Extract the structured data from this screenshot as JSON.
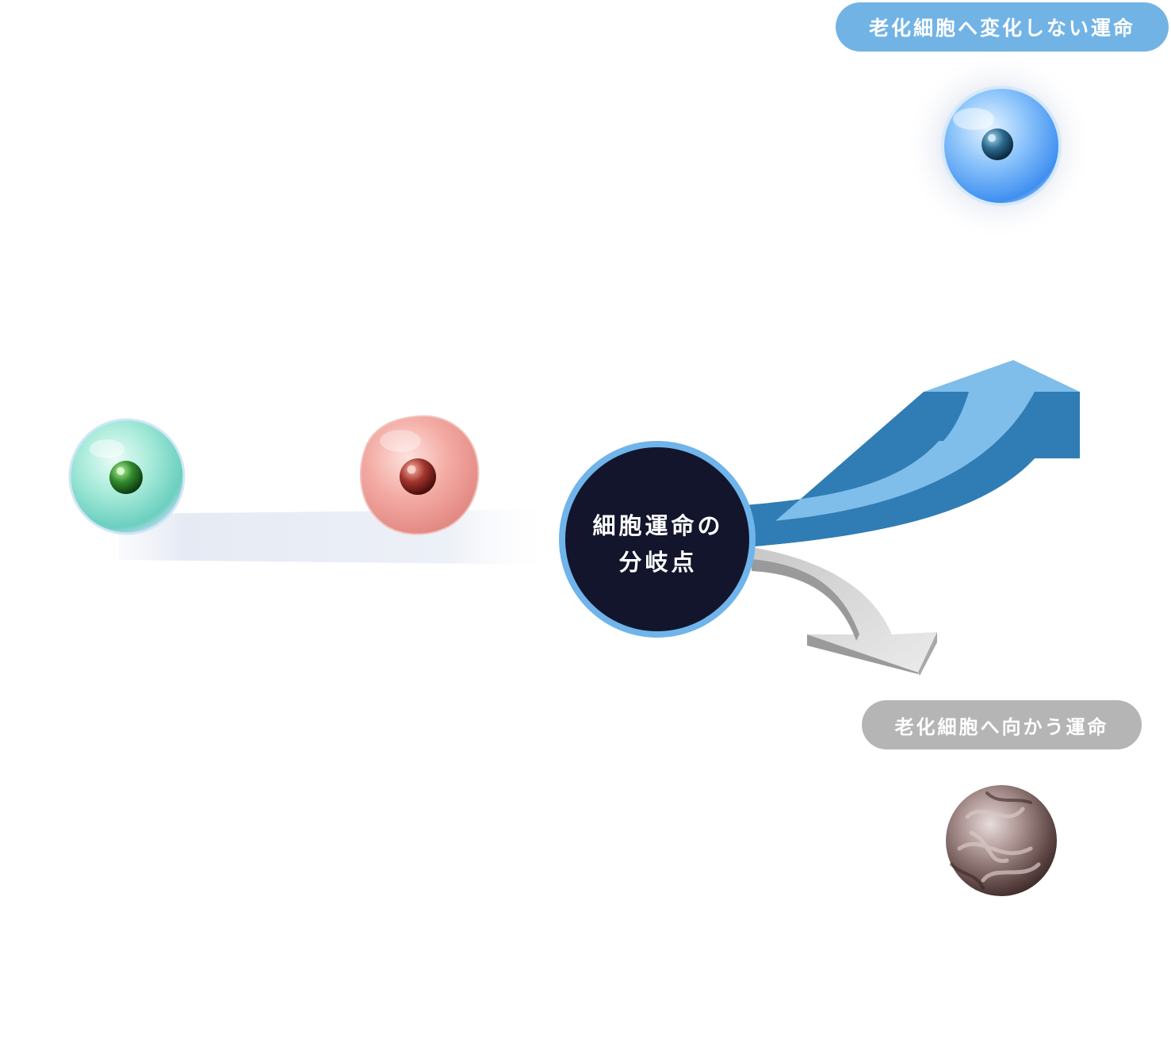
{
  "labels": {
    "no_senescence_fate": "老化細胞へ変化しない運命",
    "senescence_fate": "老化細胞へ向かう運命",
    "branch_point_line1": "細胞運命の",
    "branch_point_line2": "分岐点"
  },
  "colors": {
    "pill_blue": "#72b3e6",
    "pill_gray": "#b5b5b5",
    "branch_circle_fill": "#12152b",
    "branch_circle_ring": "#6fb4ea",
    "arrow_blue_top": "#7fbdea",
    "arrow_blue_side": "#2f7db4",
    "arrow_gray_top": "#dcdcdc",
    "arrow_gray_side": "#9a9a9a"
  },
  "cells": [
    {
      "name": "green-cell",
      "color": "#8ee0cf"
    },
    {
      "name": "red-cell",
      "color": "#f0a19a"
    },
    {
      "name": "blue-cell",
      "color": "#6aaaf0"
    },
    {
      "name": "senescent-cell",
      "color": "#8a6f6c"
    }
  ]
}
